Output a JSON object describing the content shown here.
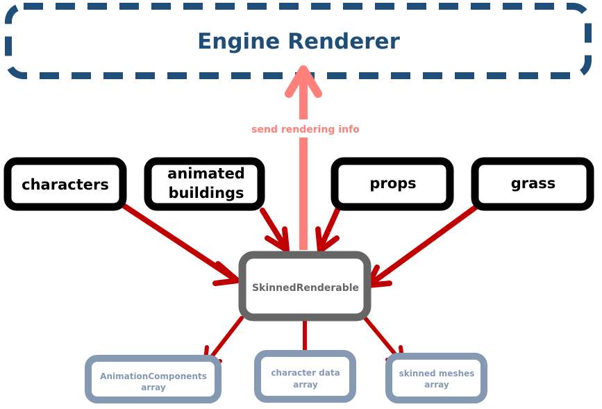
{
  "colors": {
    "engine": "#1f4e79",
    "send_arrow": "#ff7f7a",
    "source_box": "#000000",
    "central_box": "#666666",
    "output_box": "#8599b2",
    "output_text": "#8599b2",
    "flow_arrow": "#c00000"
  },
  "engine": {
    "label": "Engine Renderer"
  },
  "send": {
    "label": "send rendering info"
  },
  "sources": [
    {
      "id": "characters",
      "lines": [
        "characters"
      ]
    },
    {
      "id": "animated-buildings",
      "lines": [
        "animated",
        "buildings"
      ]
    },
    {
      "id": "props",
      "lines": [
        "props"
      ]
    },
    {
      "id": "grass",
      "lines": [
        "grass"
      ]
    }
  ],
  "central": {
    "label": "SkinnedRenderable"
  },
  "outputs": [
    {
      "id": "animation-components",
      "lines": [
        "AnimationComponents",
        "array"
      ]
    },
    {
      "id": "character-data",
      "lines": [
        "character data",
        "array"
      ]
    },
    {
      "id": "skinned-meshes",
      "lines": [
        "skinned meshes",
        "array"
      ]
    }
  ]
}
